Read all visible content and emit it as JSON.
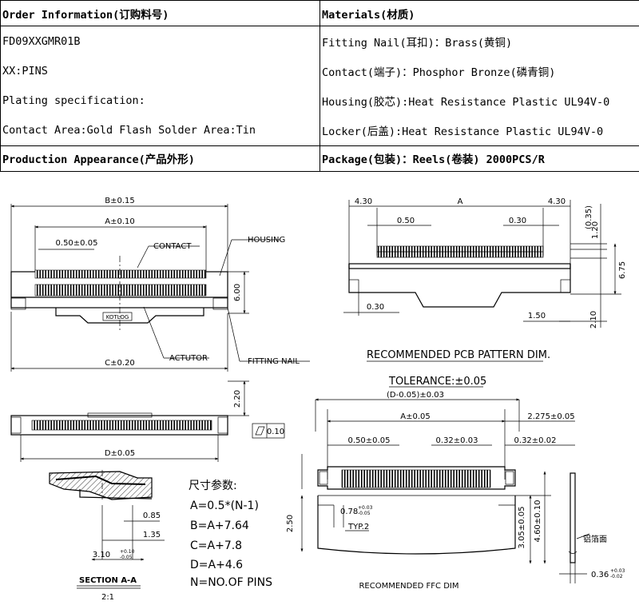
{
  "table": {
    "order_header": "Order Information(订购料号)",
    "materials_header": "Materials(材质)",
    "rows": [
      {
        "left": "FD09XXGMR01B",
        "right": "Fitting Nail(耳扣)：Brass(黄铜)"
      },
      {
        "left": "XX:PINS",
        "right": "Contact(端子)：Phosphor Bronze(磷青铜)"
      },
      {
        "left": "Plating specification:",
        "right": "Housing(胶芯):Heat Resistance Plastic UL94V-0"
      },
      {
        "left": "Contact Area:Gold Flash  Solder Area:Tin",
        "right": "Locker(后盖):Heat Resistance Plastic UL94V-0"
      }
    ],
    "appearance_header": "Production Appearance(产品外形)",
    "package_header": "Package(包装)：Reels(卷装) 2000PCS/R"
  },
  "front_view": {
    "dim_b": "B±0.15",
    "dim_a": "A±0.10",
    "dim_pitch": "0.50±0.05",
    "dim_c": "C±0.20",
    "dim_height": "6.00",
    "label_contact": "CONTACT",
    "label_housing": "HOUSING",
    "label_actuator": "ACTUTOR",
    "label_fitting_nail": "FITTING NAIL",
    "logo": "KOTLOG"
  },
  "bottom_view": {
    "dim_d": "D±0.05",
    "dim_height": "2.20",
    "flatness": "0.10"
  },
  "section": {
    "dim_085": "0.85",
    "dim_135": "1.35",
    "dim_310": "3.10",
    "dim_310_tol_up": "+0.10",
    "dim_310_tol_dn": "-0.05",
    "title": "SECTION A-A",
    "scale": "2:1"
  },
  "formulas": {
    "title": "尺寸参数:",
    "lines": [
      "A=0.5*(N-1)",
      "B=A+7.64",
      "C=A+7.8",
      "D=A+4.6",
      "N=NO.OF PINS"
    ]
  },
  "side_view": {
    "dim_left": "4.30",
    "dim_a": "A",
    "dim_right": "4.30",
    "dim_050": "0.50",
    "dim_030": "0.30",
    "dim_035": "(0.35)",
    "dim_120": "1.20",
    "dim_675": "6.75",
    "dim_030b": "0.30",
    "dim_150": "1.50",
    "dim_210": "2.10"
  },
  "pcb_pattern": {
    "title": "RECOMMENDED PCB PATTERN DIM.",
    "tolerance": "TOLERANCE:±0.05",
    "dim_d": "(D-0.05)±0.03",
    "dim_a": "A±0.05",
    "dim_2275": "2.275±0.05",
    "dim_050": "0.50±0.05",
    "dim_032": "0.32±0.03",
    "dim_032b": "0.32±0.02"
  },
  "ffc": {
    "dim_250": "2.50",
    "dim_078": "0.78",
    "dim_078_tol_up": "+0.03",
    "dim_078_tol_dn": "-0.05",
    "typ": "TYP.2",
    "dim_305": "3.05±0.05",
    "dim_460": "4.60±0.10",
    "label_foil": "铝箔面",
    "dim_036": "0.36",
    "dim_036_tol_up": "+0.03",
    "dim_036_tol_dn": "-0.02",
    "caption": "RECOMMENDED FFC DIM"
  }
}
